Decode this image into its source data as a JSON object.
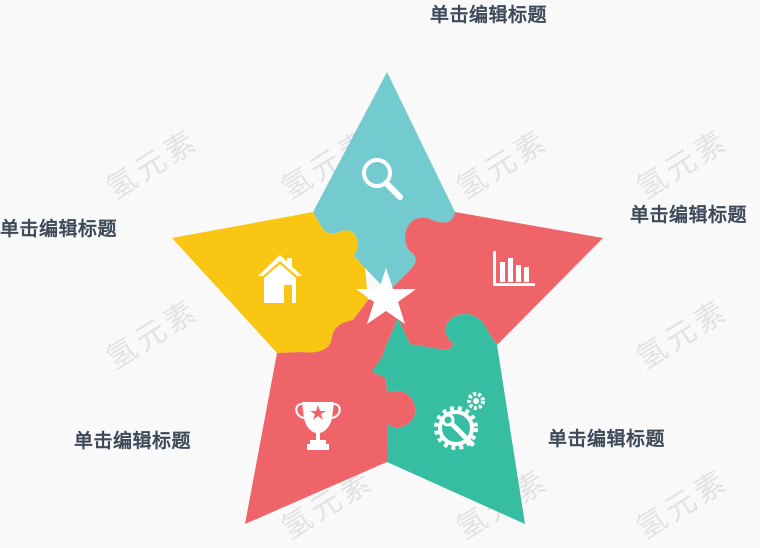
{
  "labels": {
    "top": "单击编辑标题",
    "right": "单击编辑标题",
    "left": "单击编辑标题",
    "bottom_left": "单击编辑标题",
    "bottom_right": "单击编辑标题"
  },
  "watermark_text": "氢元素",
  "colors": {
    "teal": "#73cbcf",
    "coral_right": "#ef6468",
    "yellow": "#f8c613",
    "coral_bottom": "#ef6468",
    "green": "#36bda2",
    "center": "#ffffff"
  },
  "icons": {
    "top": "magnifier-icon",
    "right": "bar-chart-icon",
    "left": "house-icon",
    "bottom_left": "trophy-icon",
    "bottom_right": "gear-wrench-icon"
  }
}
